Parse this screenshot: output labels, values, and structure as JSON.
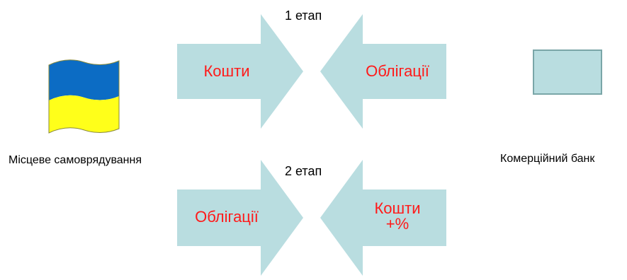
{
  "colors": {
    "arrow_fill": "#b9dde0",
    "arrow_text": "#ff1a1a",
    "flag_blue": "#0c6cc4",
    "flag_yellow": "#ffff1a",
    "bank_fill": "#b9dde0",
    "bank_stroke": "#7aa6a8"
  },
  "left_party": {
    "icon": "ukraine-flag-icon",
    "label": "Місцеве самоврядування"
  },
  "right_party": {
    "icon": "bank-box-icon",
    "label": "Комерційний банк"
  },
  "stage1": {
    "title": "1 етап",
    "left_arrow_text": "Кошти",
    "right_arrow_text": "Облігації"
  },
  "stage2": {
    "title": "2 етап",
    "left_arrow_text": "Облігації",
    "right_arrow_text": "Кошти\n+%"
  }
}
